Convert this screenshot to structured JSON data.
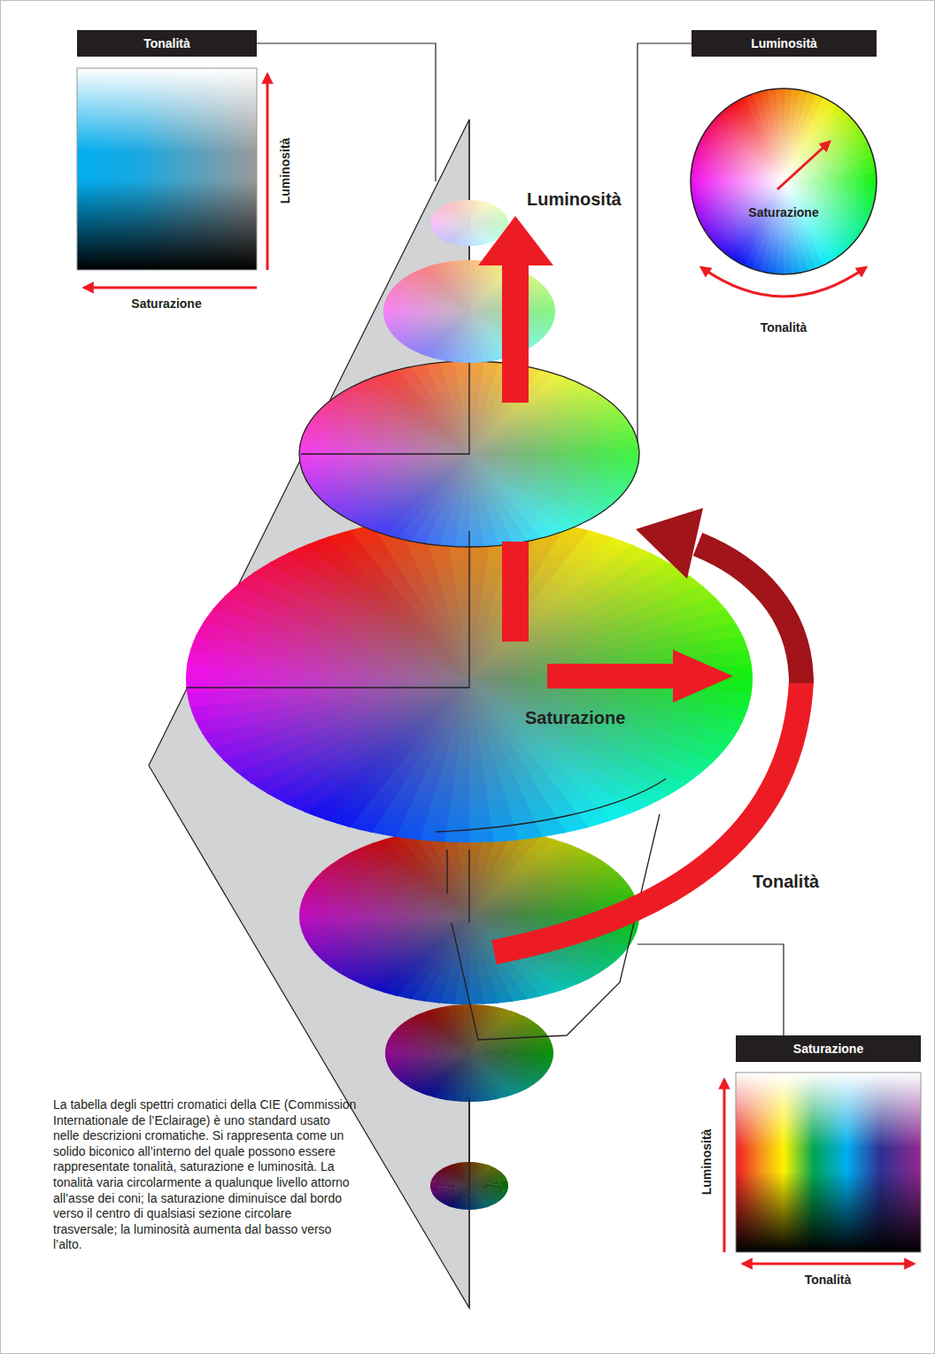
{
  "diagram": {
    "caption": "La tabella degli spettri cromatici della CIE (Commission Internationale de l’Eclairage) è uno standard usato nelle descrizioni cromatiche. Si rappresenta come un solido biconico all’interno del quale possono essere rappresentate tonalità, saturazione e luminosità. La tonalità varia circolarmente a qualunque livello attorno all’asse dei coni; la saturazione diminuisce dal bordo verso il centro di qualsiasi sezione circolare trasversale; la luminosità aumenta dal basso verso l’alto.",
    "nodes": [
      {
        "text": [
          "Tonalità"
        ]
      },
      {
        "text": [
          "Luminosità"
        ]
      },
      {
        "text": [
          "Saturazione"
        ]
      }
    ],
    "labels": [
      "Luminosità",
      "Saturazione",
      "Saturazione",
      "Tonalità",
      "Luminosità",
      "Saturazione",
      "Tonalità",
      "Luminosità",
      "Tonalità"
    ]
  }
}
